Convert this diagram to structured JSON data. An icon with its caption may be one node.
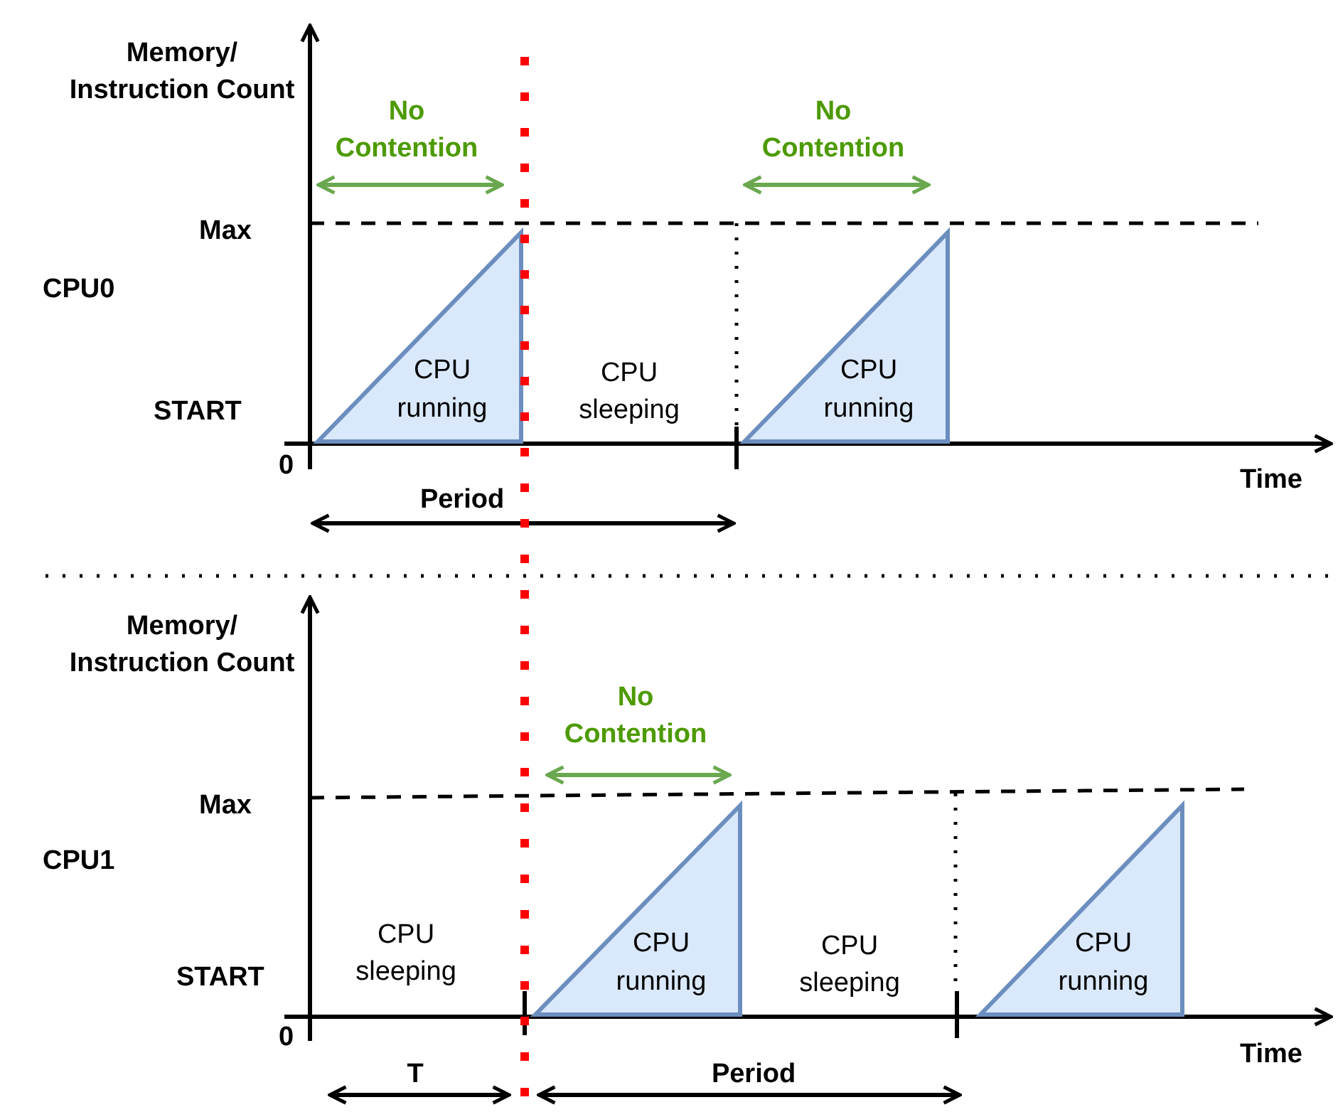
{
  "diagram": {
    "nodes": [
      {
        "text": [
          "CPU running"
        ]
      },
      {
        "text": [
          "CPU running"
        ]
      },
      {
        "text": [
          "CPU running"
        ]
      },
      {
        "text": [
          "CPU running"
        ]
      }
    ],
    "labels": [
      "Memory/ Instruction Count",
      "No Contention",
      "No Contention",
      "Max",
      "CPU0",
      "START",
      "CPU sleeping",
      "0",
      "Time",
      "Period",
      "Memory/ Instruction Count",
      "No Contention",
      "Max",
      "CPU1",
      "CPU sleeping",
      "START",
      "CPU sleeping",
      "0",
      "Time",
      "T",
      "Period"
    ]
  }
}
